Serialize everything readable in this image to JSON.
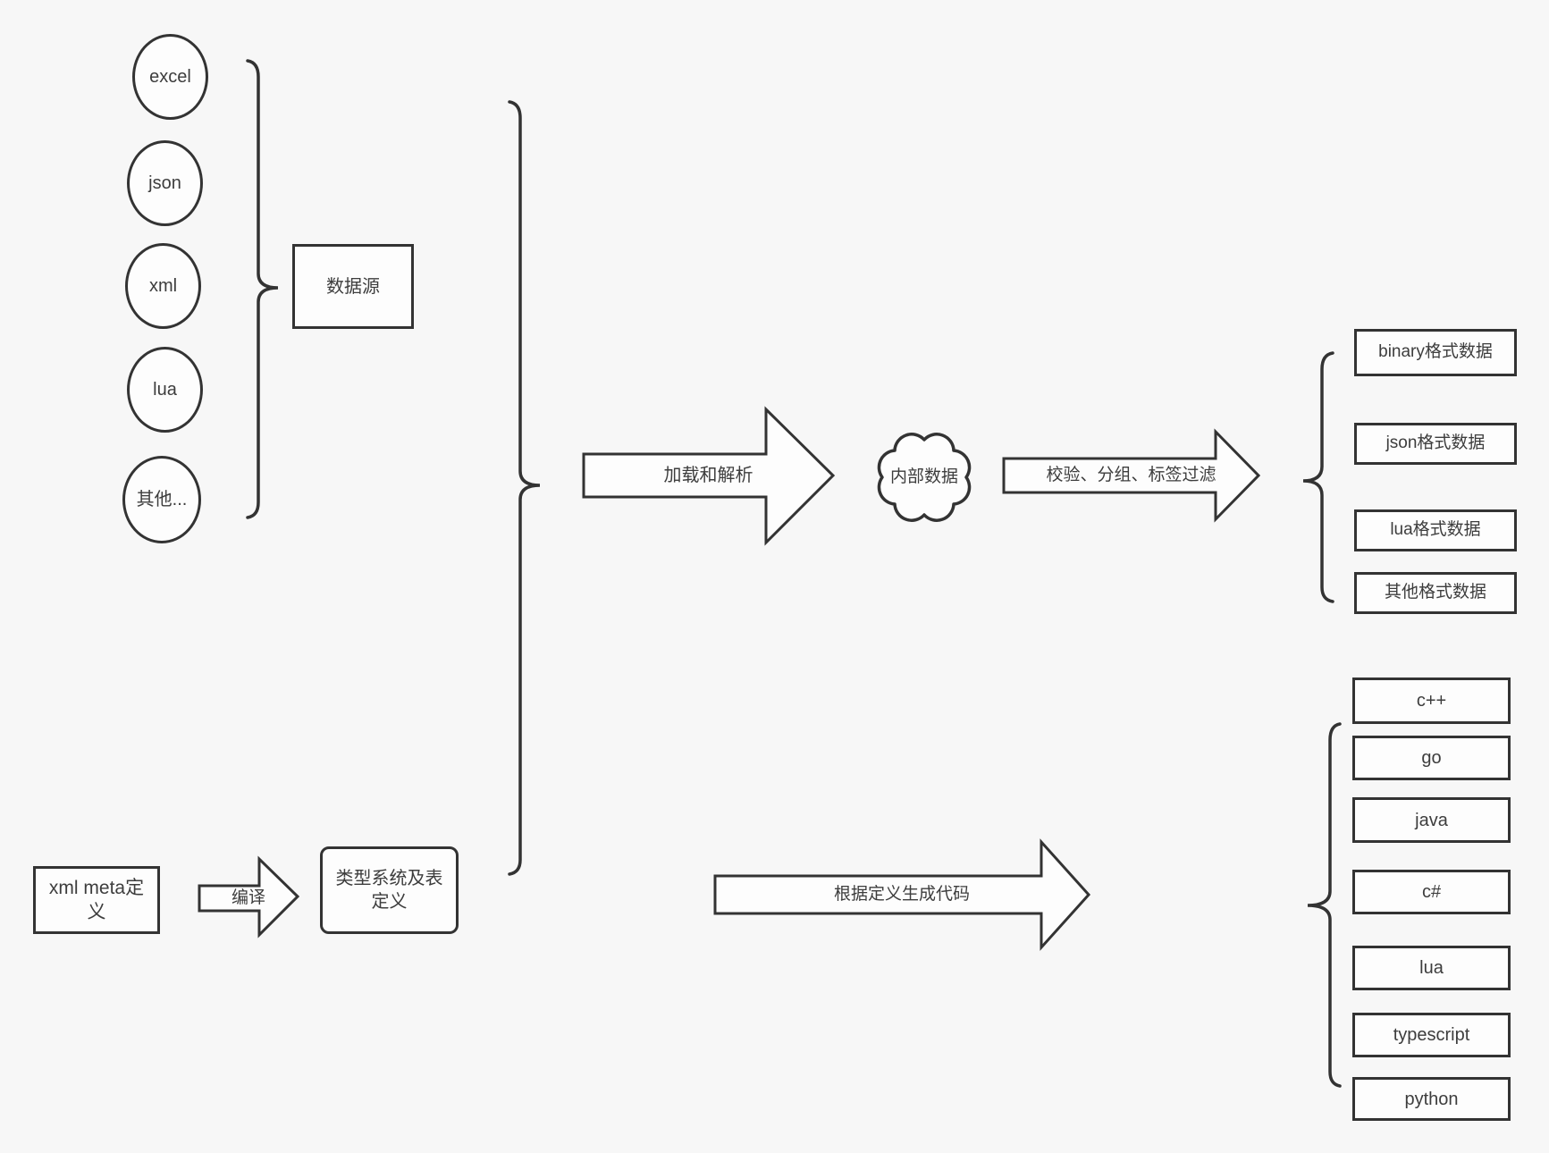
{
  "canvas": {
    "background": "#f7f7f7",
    "stroke_color": "#333333",
    "shape_fill": "#fdfdfd"
  },
  "sources": {
    "group_label": "数据源",
    "items": [
      {
        "label": "excel"
      },
      {
        "label": "json"
      },
      {
        "label": "xml"
      },
      {
        "label": "lua"
      },
      {
        "label": "其他..."
      }
    ]
  },
  "pipeline": {
    "load_arrow_label": "加载和解析",
    "cloud_label": "内部数据",
    "filter_arrow_label": "校验、分组、标签过滤"
  },
  "data_formats": {
    "items": [
      {
        "label": "binary格式数据"
      },
      {
        "label": "json格式数据"
      },
      {
        "label": "lua格式数据"
      },
      {
        "label": "其他格式数据"
      }
    ]
  },
  "codegen": {
    "xml_meta_label": "xml meta定义",
    "compile_arrow_label": "编译",
    "type_system_label": "类型系统及表定义",
    "generate_arrow_label": "根据定义生成代码",
    "languages": [
      {
        "label": "c++"
      },
      {
        "label": "go"
      },
      {
        "label": "java"
      },
      {
        "label": "c#"
      },
      {
        "label": "lua"
      },
      {
        "label": "typescript"
      },
      {
        "label": "python"
      }
    ]
  }
}
